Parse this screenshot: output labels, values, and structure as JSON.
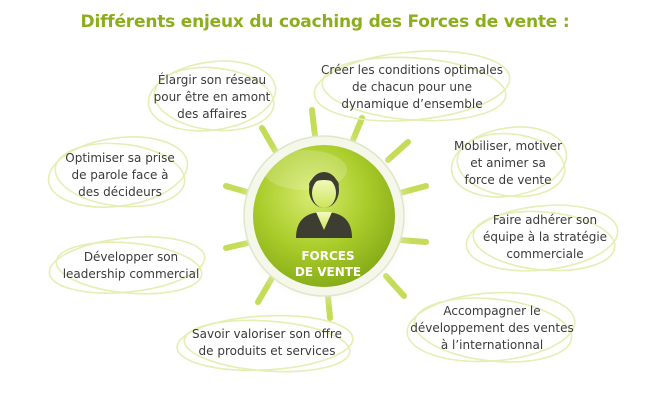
{
  "title": "Différents enjeux du coaching des Forces de vente :",
  "center": {
    "line1": "FORCES",
    "line2": "DE VENTE"
  },
  "items": [
    {
      "lines": [
        "Élargir son réseau",
        "pour être en amont",
        "des affaires"
      ]
    },
    {
      "lines": [
        "Créer les conditions optimales",
        "de chacun pour une",
        "dynamique d’ensemble"
      ]
    },
    {
      "lines": [
        "Mobiliser, motiver",
        "et animer sa",
        "force de vente"
      ]
    },
    {
      "lines": [
        "Faire adhérer son",
        "équipe à la stratégie",
        "commerciale"
      ]
    },
    {
      "lines": [
        "Accompagner le",
        "développement des ventes",
        "à l’internationnal"
      ]
    },
    {
      "lines": [
        "Savoir valoriser son offre",
        "de produits et services"
      ]
    },
    {
      "lines": [
        "Développer son",
        "leadership commercial"
      ]
    },
    {
      "lines": [
        "Optimiser sa prise",
        "de parole face à",
        "des décideurs"
      ]
    }
  ],
  "colors": {
    "title": "#8cad1c",
    "accent": "#b8d432",
    "ring": "#e3efb4",
    "text": "#3b3b3b"
  },
  "icon": "person-icon"
}
